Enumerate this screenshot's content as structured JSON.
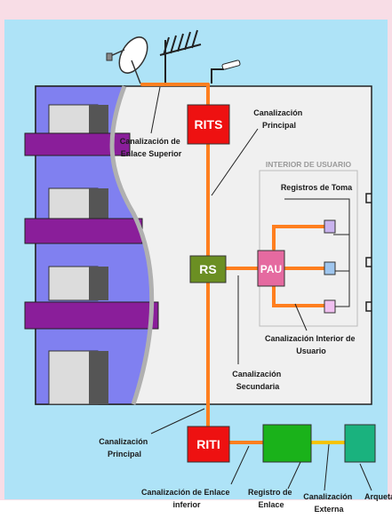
{
  "colors": {
    "sky": "#aee3f7",
    "pink_bg": "#f8dde6",
    "building": "#8080f0",
    "balcony": "#8a1e9a",
    "wall": "#f0f0f0",
    "pipe": "#ff7f1f",
    "secondary_pipe": "#f4c300",
    "rits": "#ee1111",
    "rs": "#6b8f23",
    "pau": "#e56aa0",
    "riti": "#ee1111",
    "registro_enlace": "#1ab21a",
    "arqueta": "#1ab27e"
  },
  "nodes": {
    "rits": "RITS",
    "rs": "RS",
    "pau": "PAU",
    "riti": "RITI"
  },
  "labels": {
    "enlace_superior": [
      "Canalización de",
      "Enlace Superior"
    ],
    "principal_top": [
      "Canalización",
      "Principal"
    ],
    "interior_usuario_title": "INTERIOR DE USUARIO",
    "registros_toma": "Registros de Toma",
    "interior_usuario": [
      "Canalización Interior de",
      "Usuario"
    ],
    "secundaria": [
      "Canalización",
      "Secundaria"
    ],
    "principal_bottom": [
      "Canalización",
      "Principal"
    ],
    "enlace_inferior": [
      "Canalización de Enlace",
      "inferior"
    ],
    "registro_enlace": [
      "Registro de",
      "Enlace"
    ],
    "externa": [
      "Canalización",
      "Externa"
    ],
    "arqueta": "Arqueta"
  },
  "icons": [
    "satellite-dish-icon",
    "tv-antenna-icon",
    "radio-antenna-icon"
  ]
}
